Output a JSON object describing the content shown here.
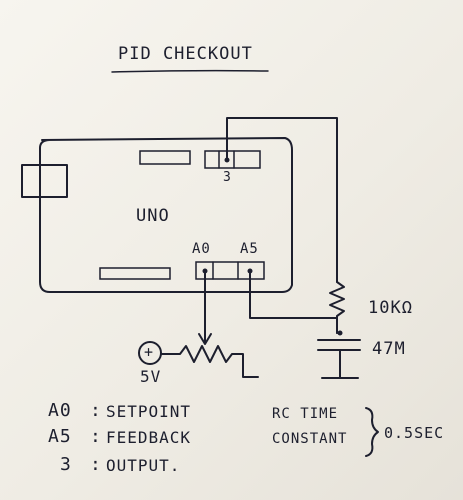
{
  "title": "PID CHECKOUT",
  "board_label": "UNO",
  "pins": {
    "analog_in": "A0",
    "analog_in_2": "A5",
    "digital": "3"
  },
  "power_label": "5V",
  "power_symbol": "+",
  "resistor_label": "10KΩ",
  "capacitor_label": "47M",
  "legend": [
    {
      "key": "A0",
      "sep": ":",
      "value": "SETPOINT"
    },
    {
      "key": "A5",
      "sep": ":",
      "value": "FEEDBACK"
    },
    {
      "key": "3",
      "sep": ":",
      "value": "OUTPUT."
    }
  ],
  "rc_note": {
    "line1": "RC TIME",
    "line2": "CONSTANT",
    "value": "0.5SEC"
  },
  "colors": {
    "ink": "#1d1f2e",
    "paper": "#f4f2ec"
  }
}
